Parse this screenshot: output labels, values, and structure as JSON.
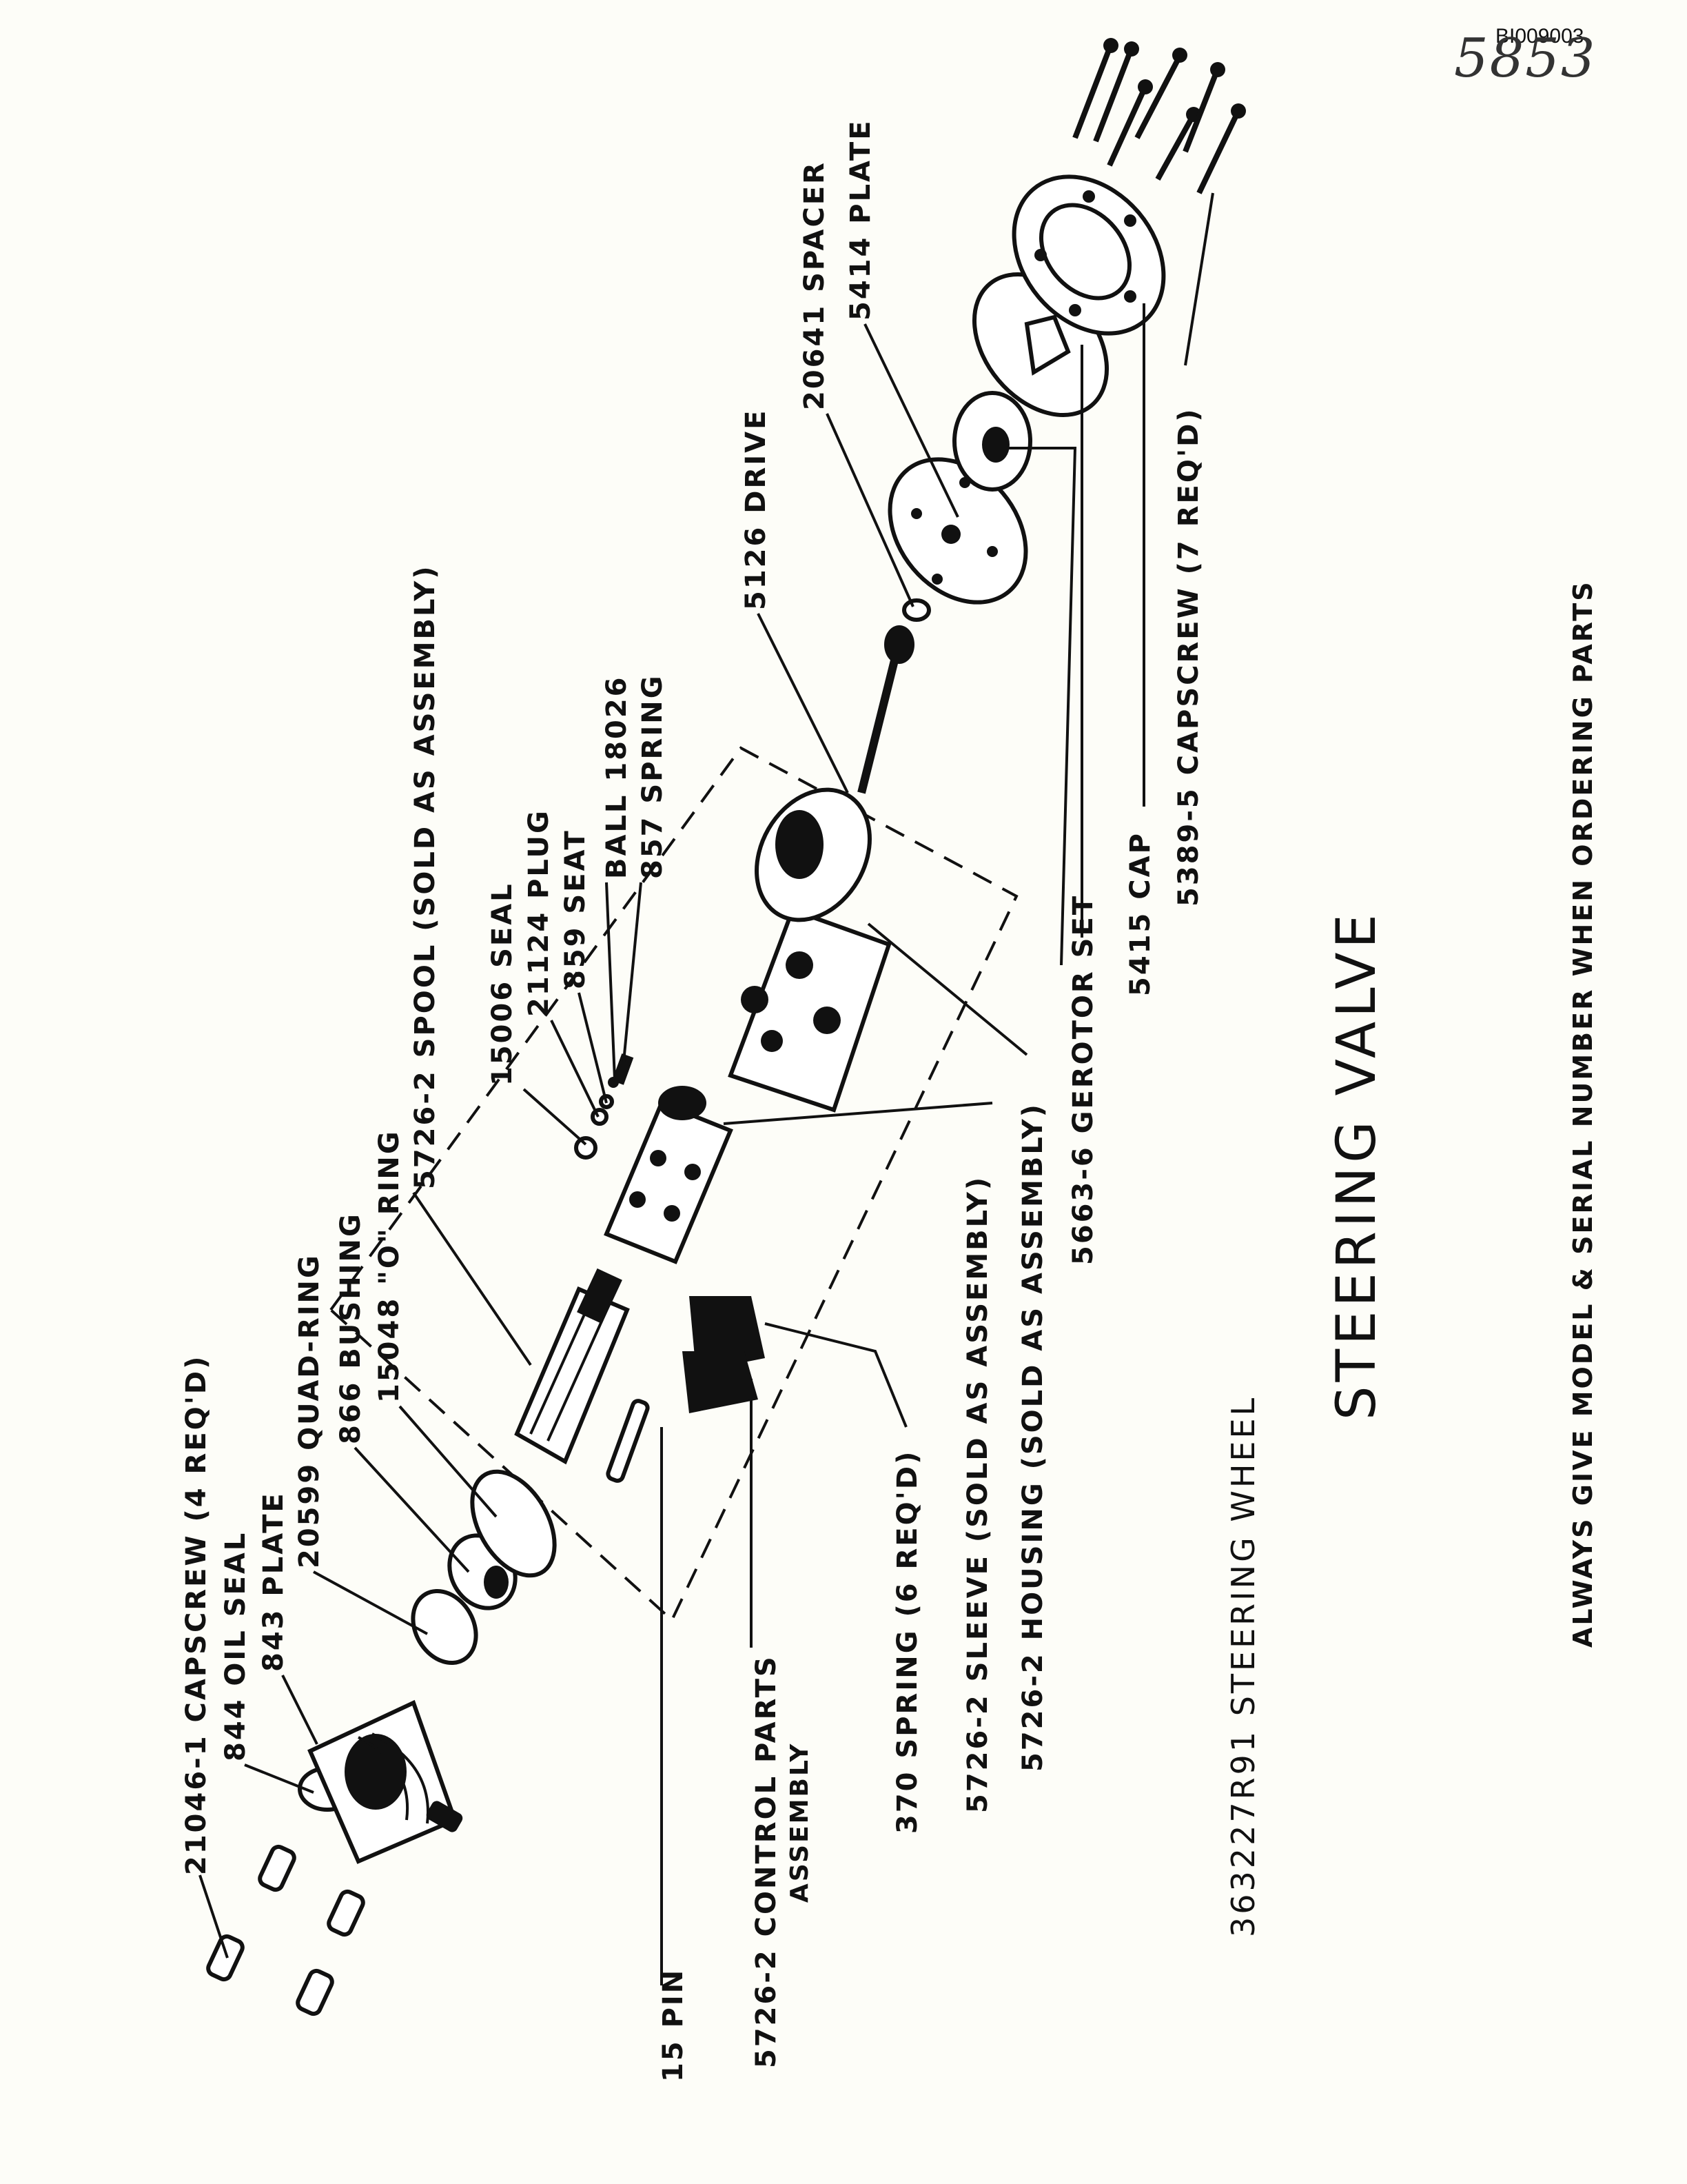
{
  "header": {
    "doc_id": "BI009003",
    "handwritten_number": "5853"
  },
  "title": "STEERING   VALVE",
  "part_number_line": "363227R91   STEERING   WHEEL",
  "footer_note": "ALWAYS GIVE MODEL & SERIAL NUMBER WHEN ORDERING PARTS",
  "callouts": {
    "capscrew_4": "21046-1  CAPSCREW  (4 REQ'D)",
    "oil_seal": "844  OIL SEAL",
    "plate_843": "843  PLATE",
    "quad_ring": "20599  QUAD-RING",
    "bushing": "866  BUSHING",
    "o_ring": "15048 \"O\" RING",
    "spool": "5726-2  SPOOL  (SOLD AS ASSEMBLY)",
    "seal": "15006  SEAL",
    "plug": "21124  PLUG",
    "seat": "859  SEAT",
    "ball": "BALL  18026",
    "spring_857": "857  SPRING",
    "drive": "5126   DRIVE",
    "spacer": "20641  SPACER",
    "plate_5414": "5414  PLATE",
    "capscrew_7": "5389-5  CAPSCREW  (7 REQ'D)",
    "cap": "5415  CAP",
    "gerotor": "5663-6  GEROTOR  SET",
    "housing": "5726-2  HOUSING (SOLD AS ASSEMBLY)",
    "sleeve": "5726-2   SLEEVE  (SOLD AS ASSEMBLY)",
    "spring_370": "370  SPRING  (6 REQ'D)",
    "control_parts": "5726-2   CONTROL  PARTS",
    "control_parts_2": "ASSEMBLY",
    "pin": "15  PIN"
  }
}
